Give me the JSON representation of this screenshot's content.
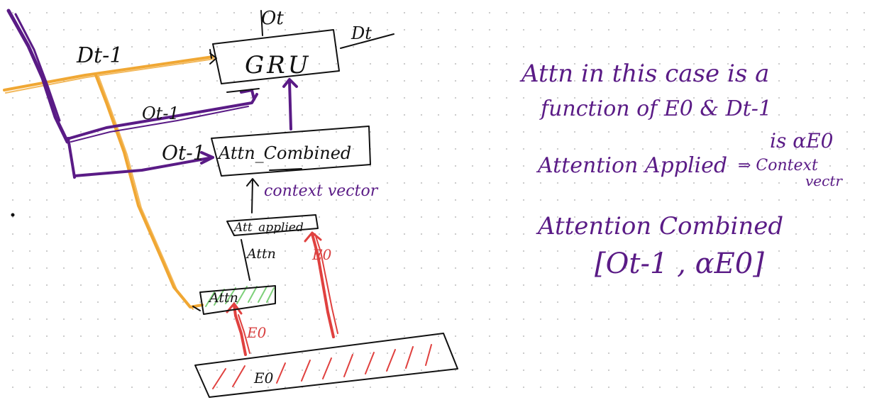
{
  "colors": {
    "ink": "#111111",
    "purple": "#5a1b86",
    "orange": "#f0a733",
    "red": "#e0413f",
    "green": "#7ed07a",
    "grid_dot": "#c9c9c9"
  },
  "diagram": {
    "labels": {
      "ot_top": "Ot",
      "dt_out": "Dt",
      "dt_minus_1": "Dt-1",
      "gru": "GRU",
      "ot_minus_1_upper": "Ot-1",
      "ot_minus_1_lower": "Ot-1",
      "attn_combined": "Attn_Combined",
      "context_vector": "context vector",
      "attn_applied": "Att_applied",
      "attn_mid": "Attn",
      "e0_right": "E0",
      "attn_box": "Attn",
      "e0_left": "E0",
      "e0_encoder": "E0"
    }
  },
  "notes": {
    "line1": "Attn in this case is a",
    "line2": "function of E0 & Dt-1",
    "line3a": "Attention Applied",
    "line3b": "is αE0",
    "line4": "⇒ Context",
    "line5": "vectr",
    "line6": "Attention Combined",
    "line7": "[Ot-1 , αE0]"
  }
}
